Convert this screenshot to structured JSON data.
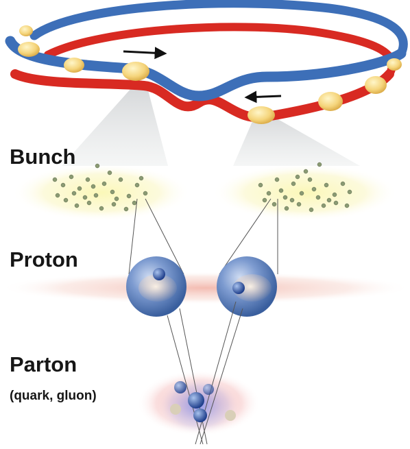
{
  "labels": {
    "bunch": "Bunch",
    "proton": "Proton",
    "parton": "Parton",
    "parton_sub": "(quark, gluon)"
  },
  "colors": {
    "blue_beam": "#3d6fb8",
    "red_beam": "#d82a22",
    "bunch_marker": "#f3d27a",
    "bunch_glow": "#fbf8c4",
    "proton_sphere": "#6f92c9",
    "proton_band": "#f2b2a4",
    "parton_glow_red": "#f2a0a0",
    "parton_glow_blue": "#9aa8ec",
    "arrow": "#111111"
  },
  "icons": [
    "direction-arrow-icon"
  ]
}
